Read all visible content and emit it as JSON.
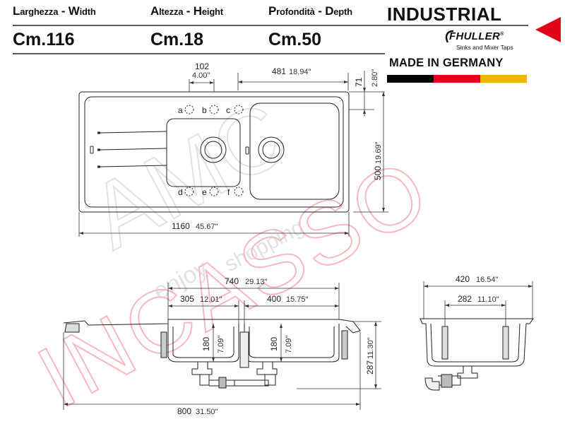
{
  "header": {
    "width": {
      "label_big1": "L",
      "label_rest1": "arghezza",
      "sep": " - ",
      "label_big2": "W",
      "label_rest2": "idth",
      "value": "Cm.116"
    },
    "height": {
      "label_big1": "A",
      "label_rest1": "ltezza",
      "sep": " - ",
      "label_big2": "H",
      "label_rest2": "eight",
      "value": "Cm.18"
    },
    "depth": {
      "label_big1": "P",
      "label_rest1": "rofondità",
      "sep": " - ",
      "label_big2": "D",
      "label_rest2": "epth",
      "value": "Cm.50"
    },
    "series": "INDUSTRIAL"
  },
  "brand": {
    "name": "FHULLER",
    "registered": "®",
    "tagline": "Sinks and Mixer Taps",
    "made_in": "MADE IN GERMANY",
    "flag_colors": [
      "#000000",
      "#e3001b",
      "#f4b400"
    ],
    "accent_color": "#e3001b"
  },
  "top_view": {
    "dim_102": "102",
    "dim_102_in": "4.00\"",
    "dim_481": "481",
    "dim_481_in": "18.94\"",
    "dim_71": "71",
    "dim_71_in": "2.80\"",
    "dim_500": "500",
    "dim_500_in": "19.69\"",
    "dim_1160": "1160",
    "dim_1160_in": "45.67\"",
    "tap_holes": [
      "a",
      "b",
      "c",
      "d",
      "e",
      "f"
    ]
  },
  "front_view": {
    "dim_740": "740",
    "dim_740_in": "29.13\"",
    "dim_305": "305",
    "dim_305_in": "12.01\"",
    "dim_400": "400",
    "dim_400_in": "15.75\"",
    "dim_180a": "180",
    "dim_180a_in": "7.09\"",
    "dim_180b": "180",
    "dim_180b_in": "7.09\"",
    "dim_287": "287",
    "dim_287_in": "11.30\"",
    "dim_800": "800",
    "dim_800_in": "31.50\""
  },
  "side_view": {
    "dim_420": "420",
    "dim_420_in": "16.54\"",
    "dim_282": "282",
    "dim_282_in": "11.10\""
  },
  "watermark": {
    "word1": "AMC",
    "word2": "enjoy",
    "word3": "shopping",
    "word4": "INCASSO"
  }
}
